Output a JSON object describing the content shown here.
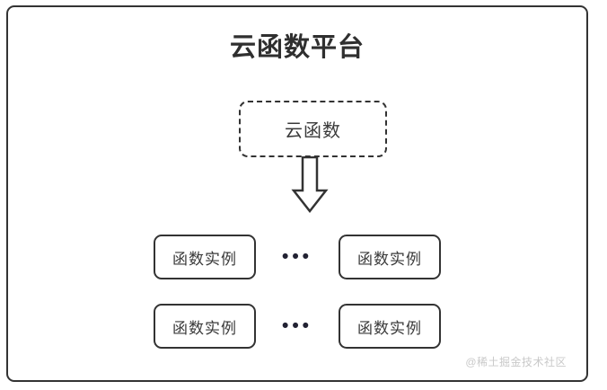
{
  "diagram": {
    "title": "云函数平台",
    "cloud_function": {
      "label": "云函数",
      "border_style": "dashed"
    },
    "arrow": {
      "name": "down-block-arrow",
      "direction": "down"
    },
    "rows": [
      {
        "left_box_label": "函数实例",
        "ellipsis": "•••",
        "right_box_label": "函数实例"
      },
      {
        "left_box_label": "函数实例",
        "ellipsis": "•••",
        "right_box_label": "函数实例"
      }
    ],
    "watermark": "@稀土掘金技术社区",
    "colors": {
      "stroke": "#333333",
      "title_text": "#2f2f2f",
      "body_text": "#3a3a3a",
      "background": "#ffffff",
      "watermark_text": "#c9c9c9"
    }
  }
}
